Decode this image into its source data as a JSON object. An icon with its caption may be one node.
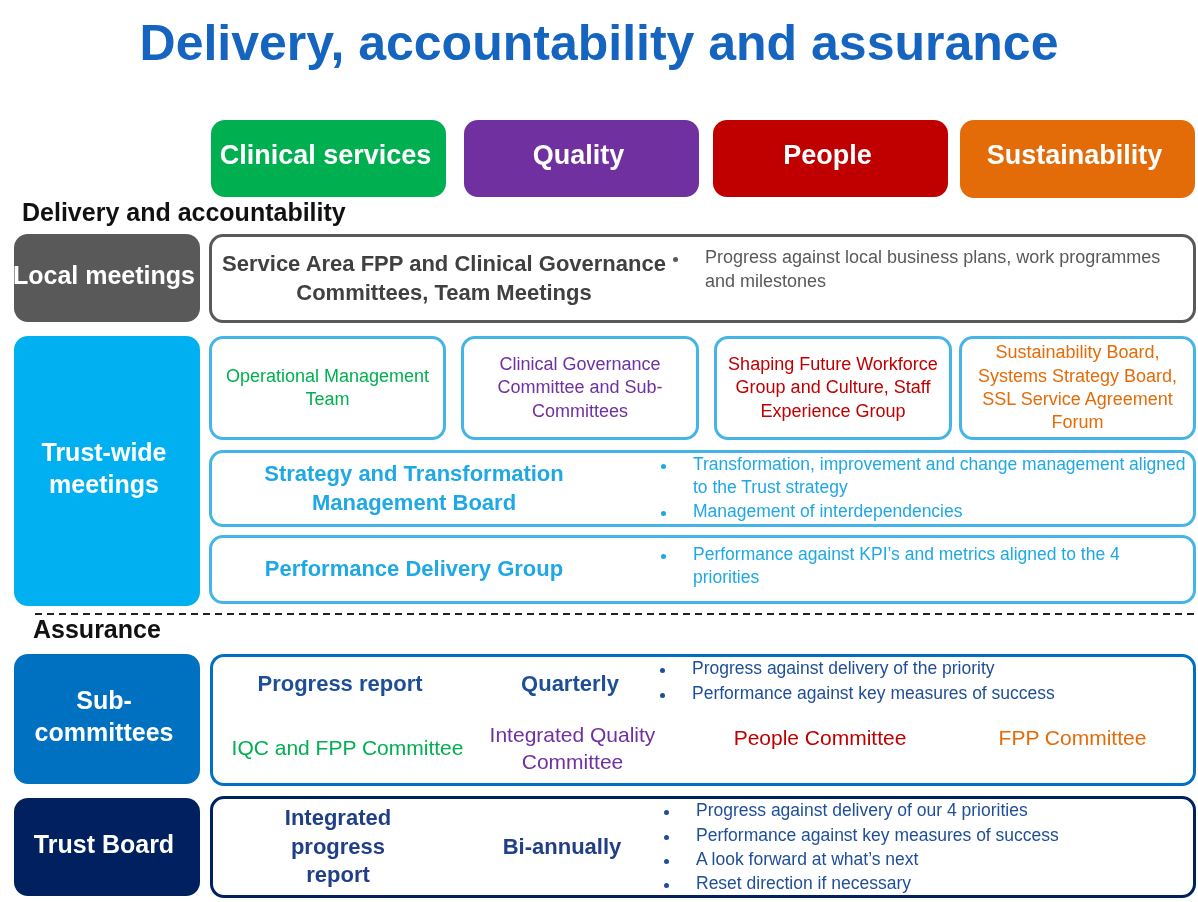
{
  "diagram": {
    "title": "Delivery, accountability and assurance",
    "nodes": [
      {
        "text": [
          "Clinical services"
        ]
      },
      {
        "text": [
          "Quality"
        ]
      },
      {
        "text": [
          "People"
        ]
      },
      {
        "text": [
          "Sustainability"
        ]
      },
      {
        "text": [
          "Local meetings"
        ]
      },
      {
        "text": [
          "Service Area FPP and Clinical Governance Committees, Team Meetings",
          "Progress against local business plans, work programmes and milestones"
        ]
      },
      {
        "text": [
          "Trust-wide meetings"
        ]
      },
      {
        "text": [
          "Operational Management Team"
        ]
      },
      {
        "text": [
          "Clinical Governance Committee and Sub-Committees"
        ]
      },
      {
        "text": [
          "Shaping Future Workforce Group and Culture, Staff Experience Group"
        ]
      },
      {
        "text": [
          "Sustainability Board, Systems Strategy Board, SSL Service Agreement Forum"
        ]
      },
      {
        "text": [
          "Strategy and Transformation Management Board",
          "Transformation, improvement and change management aligned to the Trust strategy",
          "Management of interdependencies"
        ]
      },
      {
        "text": [
          "Performance Delivery Group",
          "Performance against KPI’s and metrics aligned to the 4 priorities"
        ]
      },
      {
        "text": [
          "Sub-committees"
        ]
      },
      {
        "text": [
          "Progress report",
          "Quarterly",
          "Progress against delivery of the priority",
          "Performance against key measures of success",
          "IQC and FPP Committee",
          "Integrated Quality Committee",
          "People Committee",
          "FPP Committee"
        ]
      },
      {
        "text": [
          "Trust Board"
        ]
      },
      {
        "text": [
          "Integrated progress report",
          "Bi-annually",
          "Progress against delivery of our 4 priorities",
          "Performance against key measures of success",
          "A look forward at what’s next",
          "Reset direction if necessary"
        ]
      }
    ],
    "labels": [
      "Delivery and accountability",
      "Assurance"
    ]
  }
}
